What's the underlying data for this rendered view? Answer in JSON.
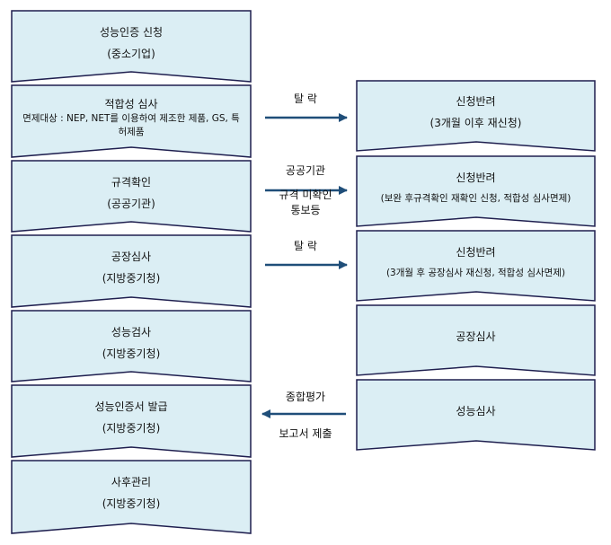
{
  "colors": {
    "fill": "#dbeef4",
    "stroke": "#1f1f4f",
    "arrow": "#1f4e79"
  },
  "left_steps": [
    {
      "title": "성능인증  신청",
      "sub": "(중소기업)"
    },
    {
      "title": "적합성 심사",
      "sub": "면제대상 : NEP, NET를 이용하여 제조한 제품, GS, 특허제품"
    },
    {
      "title": "규격확인",
      "sub": "(공공기관)"
    },
    {
      "title": "공장심사",
      "sub": "(지방중기청)"
    },
    {
      "title": "성능검사",
      "sub": "(지방중기청)"
    },
    {
      "title": "성능인증서  발급",
      "sub": "(지방중기청)"
    },
    {
      "title": "사후관리",
      "sub": "(지방중기청)"
    }
  ],
  "right_steps": [
    {
      "title": "신청반려",
      "sub": "(3개월  이후  재신청)"
    },
    {
      "title": "신청반려",
      "sub": "(보완 후규격확인 재확인 신청, 적합성 심사면제)"
    },
    {
      "title": "신청반려",
      "sub": "(3개월 후 공장심사 재신청, 적합성 심사면제)"
    },
    {
      "title": "공장심사",
      "sub": ""
    },
    {
      "title": "성능심사",
      "sub": ""
    }
  ],
  "arrow_labels": {
    "a1": "탈  락",
    "a2_top": "공공기관",
    "a2_bottom_1": "규격 미확인",
    "a2_bottom_2": "통보등",
    "a3": "탈  락",
    "a4_top": "종합평가",
    "a4_bottom": "보고서  제출"
  }
}
